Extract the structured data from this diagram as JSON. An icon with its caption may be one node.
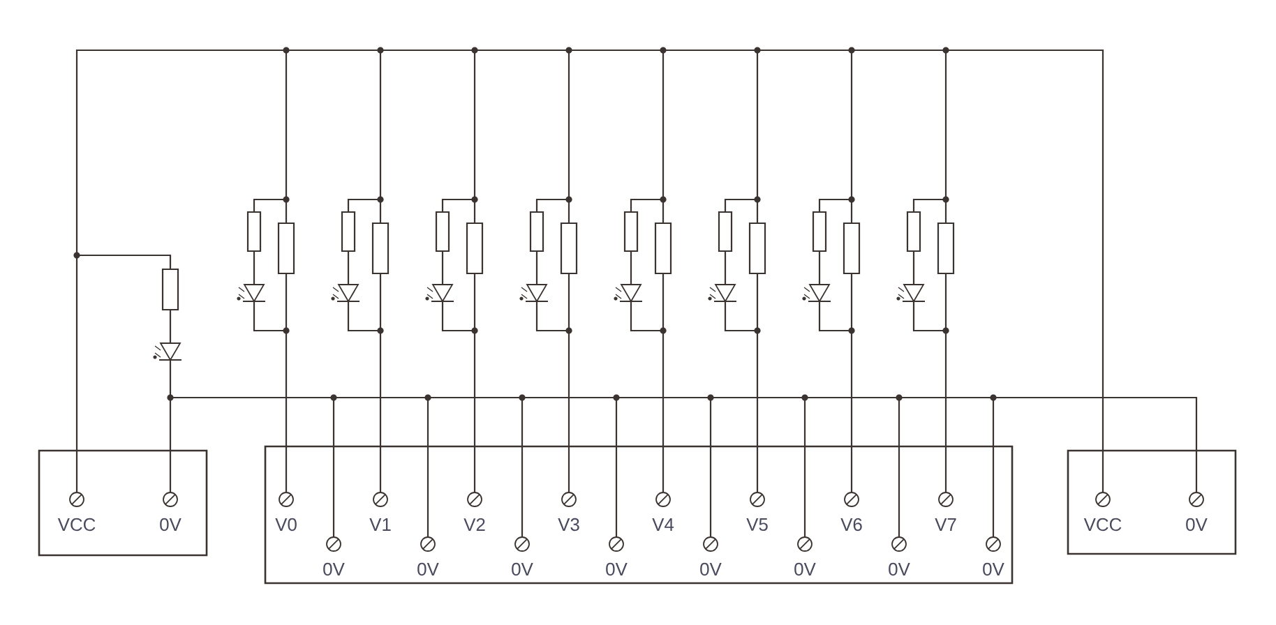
{
  "diagram": {
    "nodes": [
      {
        "text": [],
        "shape": "box"
      },
      {
        "text": [
          "VCC"
        ],
        "in": 0
      },
      {
        "text": [
          "0V"
        ],
        "in": 0
      },
      {
        "text": [],
        "shape": "box"
      },
      {
        "text": [
          "V0"
        ],
        "in": 3
      },
      {
        "text": [
          "0V"
        ],
        "in": 3
      },
      {
        "text": [
          "V1"
        ],
        "in": 3
      },
      {
        "text": [
          "0V"
        ],
        "in": 3
      },
      {
        "text": [
          "V2"
        ],
        "in": 3
      },
      {
        "text": [
          "0V"
        ],
        "in": 3
      },
      {
        "text": [
          "V3"
        ],
        "in": 3
      },
      {
        "text": [
          "0V"
        ],
        "in": 3
      },
      {
        "text": [
          "V4"
        ],
        "in": 3
      },
      {
        "text": [
          "0V"
        ],
        "in": 3
      },
      {
        "text": [
          "V5"
        ],
        "in": 3
      },
      {
        "text": [
          "0V"
        ],
        "in": 3
      },
      {
        "text": [
          "V6"
        ],
        "in": 3
      },
      {
        "text": [
          "0V"
        ],
        "in": 3
      },
      {
        "text": [
          "V7"
        ],
        "in": 3
      },
      {
        "text": [
          "0V"
        ],
        "in": 3
      },
      {
        "text": [],
        "shape": "box"
      },
      {
        "text": [
          "VCC"
        ],
        "in": 20
      },
      {
        "text": [
          "0V"
        ],
        "in": 20
      }
    ]
  }
}
